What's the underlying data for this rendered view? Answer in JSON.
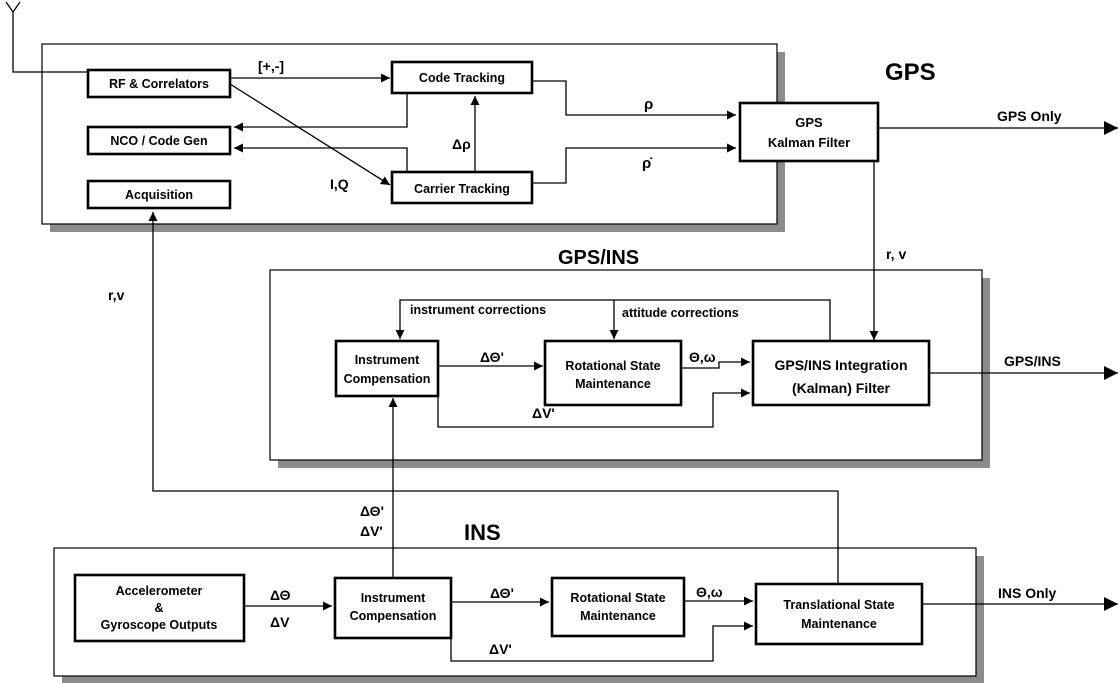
{
  "panels": {
    "gps": "GPS",
    "gps_ins": "GPS/INS",
    "ins": "INS"
  },
  "blocks": {
    "rf": "RF & Correlators",
    "nco": "NCO / Code Gen",
    "acq": "Acquisition",
    "code": "Code Tracking",
    "carrier": "Carrier Tracking",
    "gkf1": "GPS",
    "gkf2": "Kalman Filter",
    "ic1_1": "Instrument",
    "ic1_2": "Compensation",
    "rs1_1": "Rotational State",
    "rs1_2": "Maintenance",
    "gi1": "GPS/INS Integration",
    "gi2": "(Kalman) Filter",
    "acc1": "Accelerometer",
    "acc2": "&",
    "acc3": "Gyroscope Outputs",
    "ic2_1": "Instrument",
    "ic2_2": "Compensation",
    "rs2_1": "Rotational State",
    "rs2_2": "Maintenance",
    "ts1": "Translational State",
    "ts2": "Maintenance"
  },
  "labels": {
    "pm": "[+,-]",
    "iq": "I,Q",
    "drho": "Δρ",
    "rho": "ρ",
    "rhodot": "ρ̇",
    "rv_right": "r, v",
    "rv_left": "r,v",
    "inst_corr": "instrument corrections",
    "att_corr": "attitude corrections",
    "dth_p1": "ΔΘ'",
    "thw1": "Θ,ω",
    "dv_p1": "ΔV'",
    "dth_p_mid": "ΔΘ'",
    "dv_p_mid": "ΔV'",
    "dth": "ΔΘ",
    "dv": "ΔV",
    "dth_p2": "ΔΘ'",
    "thw2": "Θ,ω",
    "dv_p2": "ΔV'"
  },
  "outputs": {
    "gps_only": "GPS Only",
    "gps_ins": "GPS/INS",
    "ins_only": "INS Only"
  }
}
